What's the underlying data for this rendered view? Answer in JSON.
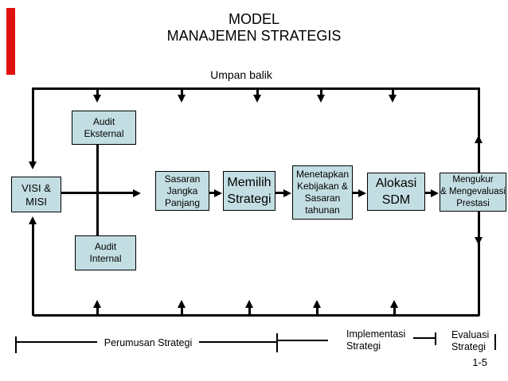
{
  "slide": {
    "title_line1": "MODEL",
    "title_line2": "MANAJEMEN STRATEGIS",
    "feedback_label": "Umpan balik",
    "page_number": "1-5"
  },
  "colors": {
    "box_fill": "#c3dee2",
    "box_border": "#000000",
    "line": "#000000",
    "accent_bar": "#e01010"
  },
  "boxes": {
    "visi_misi": "VISI &\nMISI",
    "audit_eksternal": "Audit\nEksternal",
    "audit_internal": "Audit\nInternal",
    "sasaran_jangka_panjang": "Sasaran\nJangka\nPanjang",
    "memilih_strategi": "Memilih\nStrategi",
    "menetapkan_kebijakan": "Menetapkan\nKebijakan &\nSasaran\ntahunan",
    "alokasi_sdm": "Alokasi\nSDM",
    "mengukur_prestasi": "Mengukur\n& Mengevaluasi\nPrestasi"
  },
  "phases": {
    "perumusan": "Perumusan Strategi",
    "implementasi": "Implementasi\nStrategi",
    "evaluasi": "Evaluasi\nStrategi"
  }
}
